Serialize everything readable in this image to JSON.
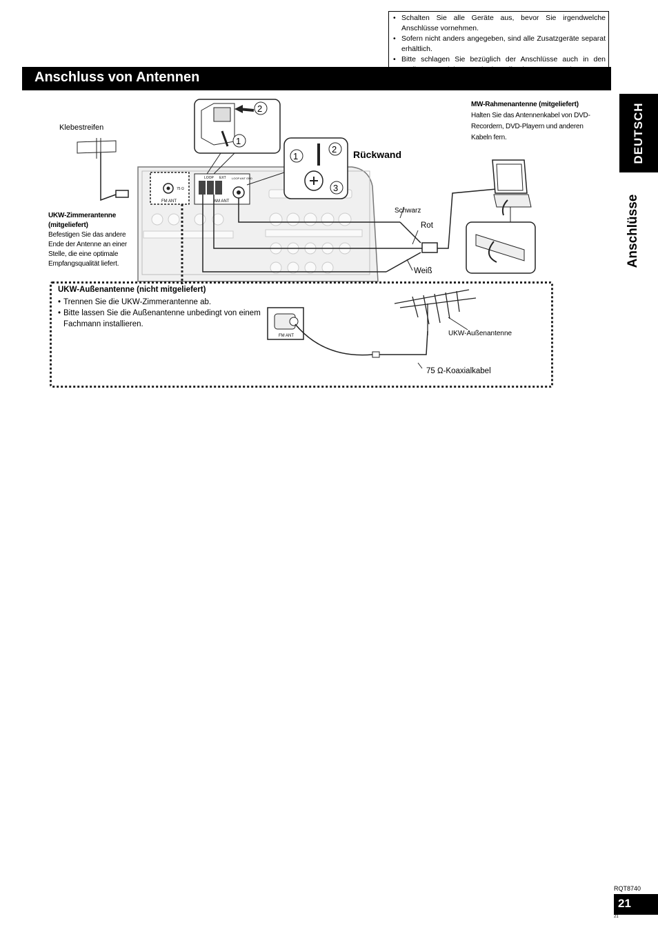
{
  "section_title": "Anschluss von Antennen",
  "notes": [
    "Schalten Sie alle Geräte aus, bevor Sie irgendwelche Anschlüsse vornehmen.",
    "Sofern nicht anders angegeben, sind alle Zusatzgeräte separat erhältlich.",
    "Bitte schlagen Sie bezüglich der Anschlüsse auch in den Bedienungsanleitungen der betreffenden Geräte nach."
  ],
  "side_tabs": {
    "language": "DEUTSCH",
    "chapter": "Anschlüsse"
  },
  "diagram": {
    "klebestreifen": "Klebestreifen",
    "rueckwand": "Rückwand",
    "fm_indoor_title": "UKW-Zimmerantenne (mitgeliefert)",
    "fm_indoor_text": "Befestigen Sie das andere Ende der Antenne an einer Stelle, die eine optimale Empfangsqualität liefert.",
    "am_loop_title": "MW-Rahmenantenne (mitgeliefert)",
    "am_loop_text": "Halten Sie das Antennenkabel von DVD-Recordern, DVD-Playern und anderen Kabeln fern.",
    "wire_black": "Schwarz",
    "wire_red": "Rot",
    "wire_white": "Weiß",
    "fm_ant": "FM ANT",
    "am_ant": "AM ANT",
    "loop": "LOOP",
    "ext": "EXT",
    "ohm75": "75 Ω",
    "loop_ant_gnd": "LOOP ANT GND"
  },
  "fm_outdoor": {
    "title": "UKW-Außenantenne (nicht mitgeliefert)",
    "items": [
      "Trennen Sie die UKW-Zimmerantenne ab.",
      "Bitte lassen Sie die Außenantenne unbedingt von einem Fachmann installieren."
    ],
    "antenna_label": "UKW-Außenantenne",
    "cable_label": "75 Ω-Koaxialkabel",
    "fm_ant": "FM ANT"
  },
  "footer": {
    "model": "RQT8740",
    "page": "21",
    "page_small": "21"
  }
}
